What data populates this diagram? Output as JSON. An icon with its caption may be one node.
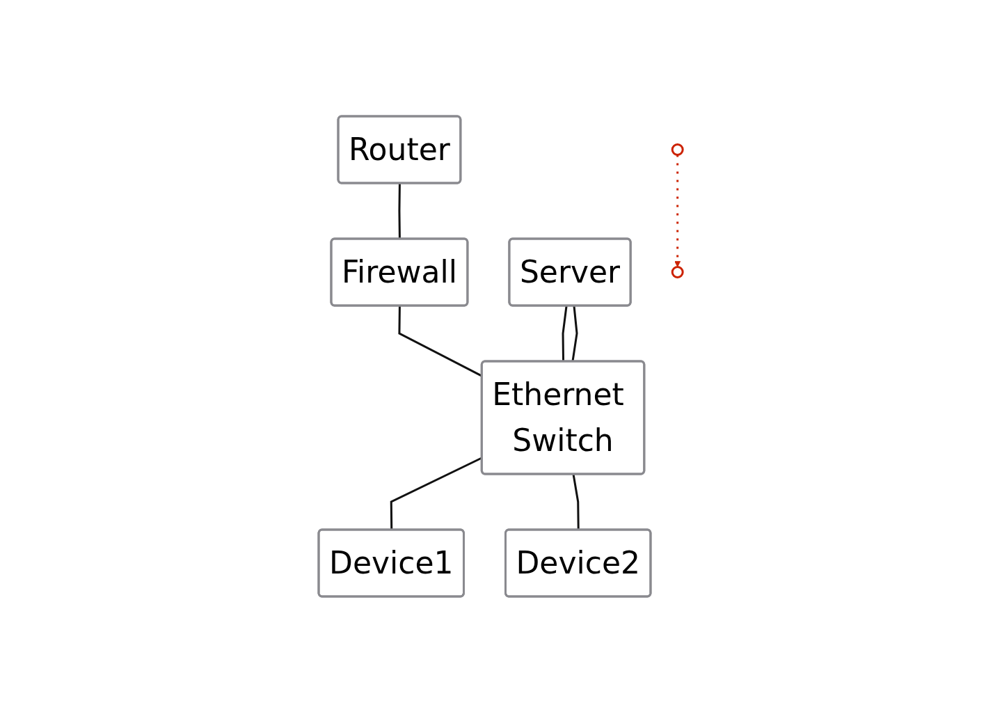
{
  "diagram": {
    "nodes": [
      {
        "text": [
          "Router"
        ]
      },
      {
        "text": [
          "Firewall"
        ]
      },
      {
        "text": [
          "Server"
        ]
      },
      {
        "text": [
          "Ethernet Switch"
        ]
      },
      {
        "text": [
          "Device1"
        ]
      },
      {
        "text": [
          "Device2"
        ]
      },
      {
        "text": [],
        "shape": "circle"
      },
      {
        "text": [],
        "shape": "circle"
      }
    ],
    "edges": [
      {
        "from": 0,
        "to": 1,
        "arrow": "none"
      },
      {
        "from": 1,
        "to": 3,
        "arrow": "none"
      },
      {
        "from": 2,
        "to": 3,
        "arrow": "none"
      },
      {
        "from": 2,
        "to": 3,
        "arrow": "none"
      },
      {
        "from": 3,
        "to": 4,
        "arrow": "none"
      },
      {
        "from": 3,
        "to": 5,
        "arrow": "none"
      },
      {
        "from": 6,
        "to": 7,
        "arrow": "to",
        "style": "dashed",
        "color": "#cc2200"
      }
    ]
  }
}
